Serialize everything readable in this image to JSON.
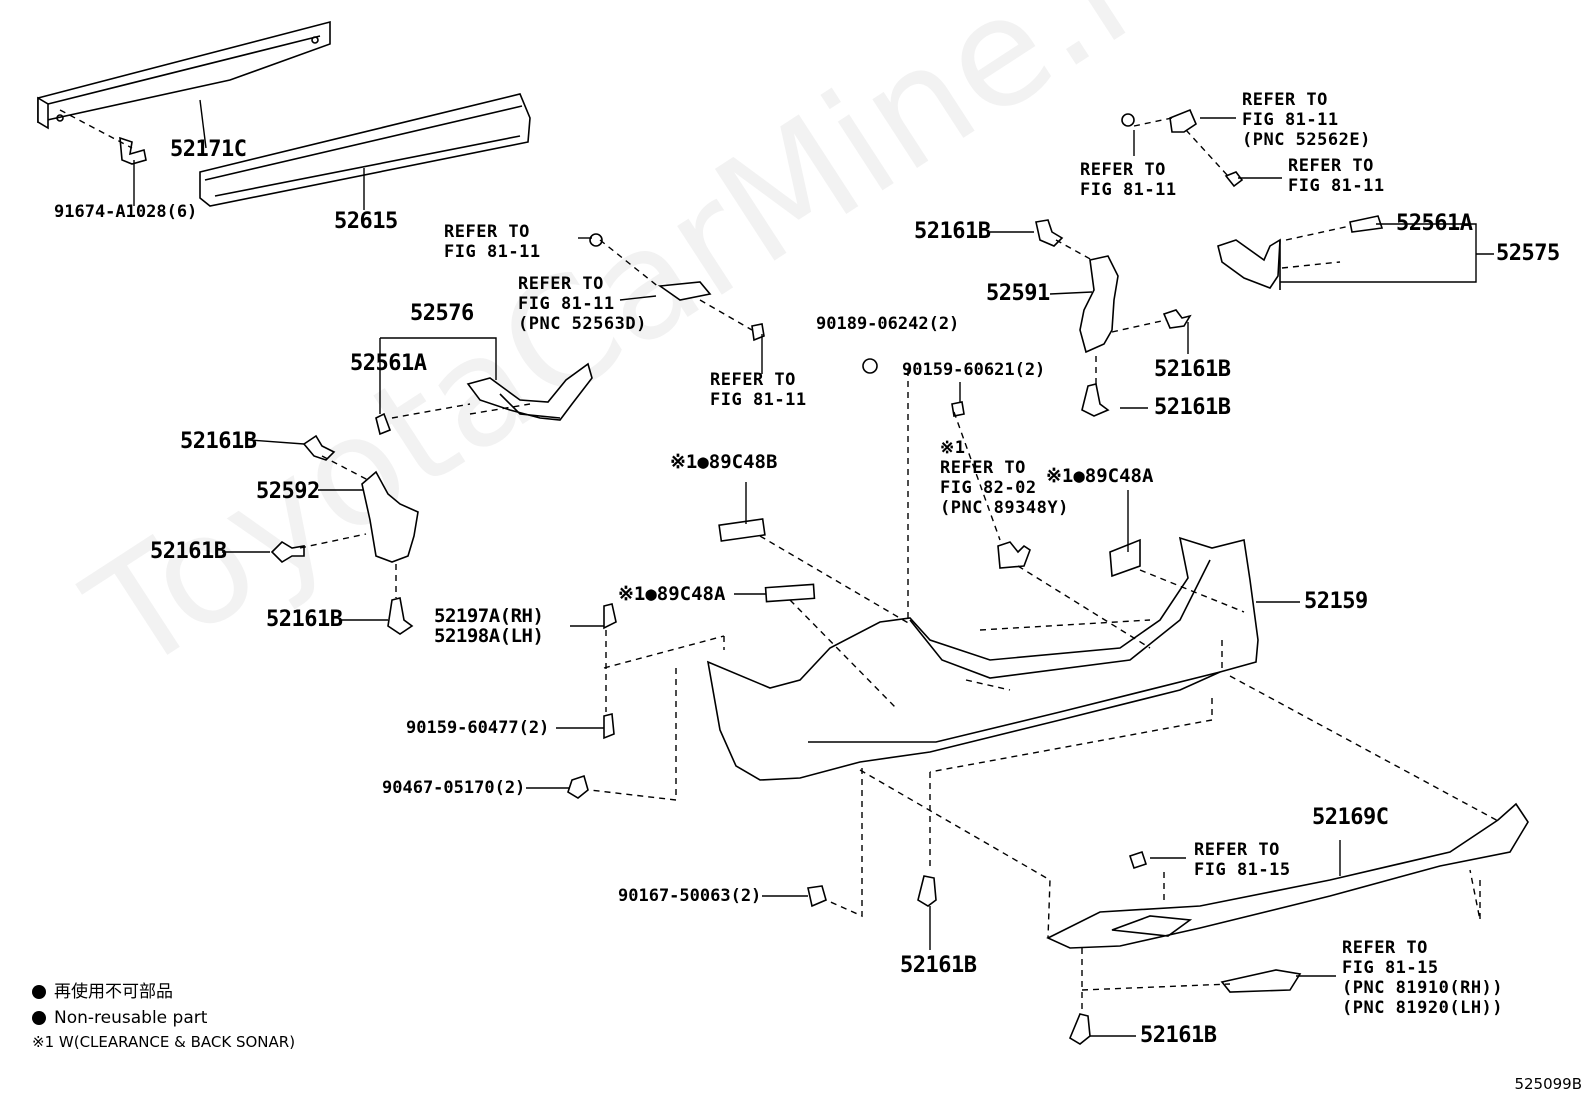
{
  "watermark": "ToyotaCarMine.ru",
  "catalog_code": "525099B",
  "legend": {
    "line_jp": "再使用不可部品",
    "line_en": "Non-reusable part",
    "note": "※1 W(CLEARANCE & BACK SONAR)"
  },
  "labels": {
    "p52171c": "52171C",
    "p52615": "52615",
    "p91674": "91674-A1028(6)",
    "ref_left_1": "REFER TO\nFIG 81-11",
    "ref_left_2": "REFER TO\nFIG 81-11\n(PNC 52563D)",
    "ref_left_3": "REFER TO\nFIG 81-11",
    "p52576": "52576",
    "p52561a_left": "52561A",
    "p52161b_1": "52161B",
    "p52592": "52592",
    "p52161b_2": "52161B",
    "p52161b_3": "52161B",
    "p52197a": "52197A(RH)\n52198A(LH)",
    "p90159_60477": "90159-60477(2)",
    "p90467": "90467-05170(2)",
    "p90167": "90167-50063(2)",
    "p89c48b": "※1●89C48B",
    "p89c48a_1": "※1●89C48A",
    "p90189": "90189-06242(2)",
    "p90159_60621": "90159-60621(2)",
    "ref_sonar": "※1\nREFER TO\nFIG 82-02\n(PNC 89348Y)",
    "p89c48a_2": "※1●89C48A",
    "p52159": "52159",
    "p52161b_top": "52161B",
    "p52591": "52591",
    "p52161b_r1": "52161B",
    "p52161b_r2": "52161B",
    "ref_right_1": "REFER TO\nFIG 81-11\n(PNC 52562E)",
    "ref_right_2": "REFER TO\nFIG 81-11",
    "ref_right_3": "REFER TO\nFIG 81-11",
    "p52561a_right": "52561A",
    "p52575": "52575",
    "p52169c": "52169C",
    "ref_81_15": "REFER TO\nFIG 81-15",
    "ref_81910": "REFER TO\nFIG 81-15\n(PNC 81910(RH))\n(PNC 81920(LH))",
    "p52161b_bottom_mid": "52161B",
    "p52161b_bottom_right": "52161B"
  }
}
